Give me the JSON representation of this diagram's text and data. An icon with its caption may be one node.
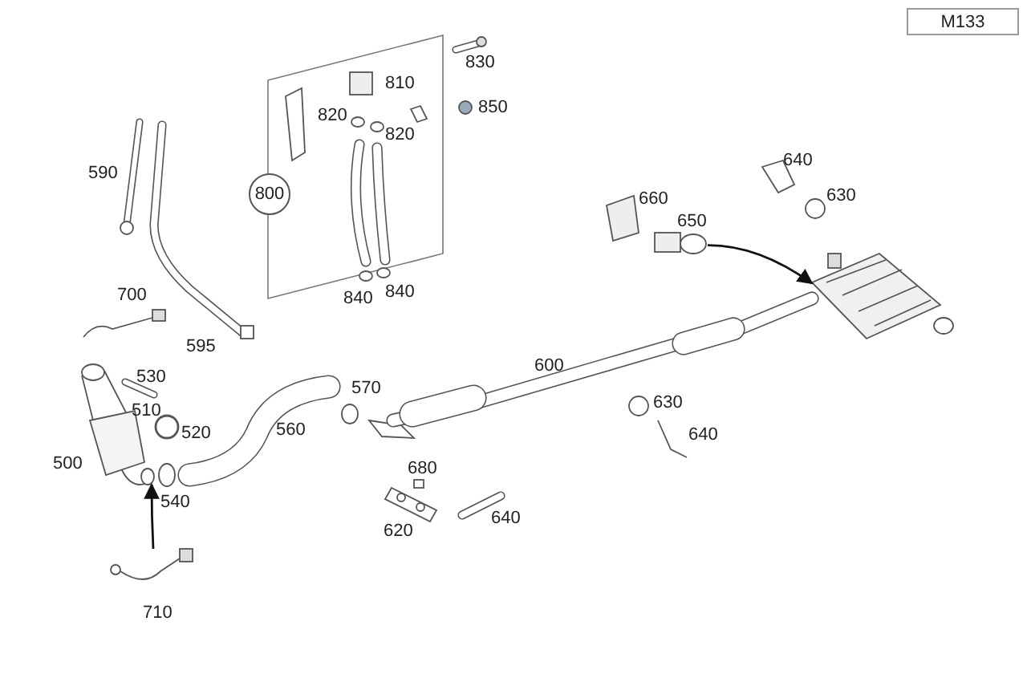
{
  "diagram": {
    "nodes": [
      {
        "text": [
          "M133"
        ]
      },
      {
        "text": [
          "800"
        ]
      },
      {
        "text": [],
        "shape": "picture",
        "beside": [
          "710"
        ]
      },
      {
        "text": [],
        "shape": "picture",
        "beside": [
          "500"
        ]
      },
      {
        "text": [],
        "shape": "picture",
        "beside": [
          "650"
        ]
      },
      {
        "text": [],
        "shape": "picture"
      }
    ],
    "edges": [
      {
        "from": 2,
        "to": 3,
        "arrow": "to"
      },
      {
        "from": 4,
        "to": 5,
        "arrow": "to"
      }
    ],
    "labels": [
      "830",
      "810",
      "820",
      "850",
      "820",
      "590",
      "640",
      "630",
      "660",
      "840",
      "840",
      "700",
      "595",
      "600",
      "530",
      "570",
      "510",
      "630",
      "520",
      "560",
      "640",
      "680",
      "540",
      "620",
      "640"
    ]
  }
}
